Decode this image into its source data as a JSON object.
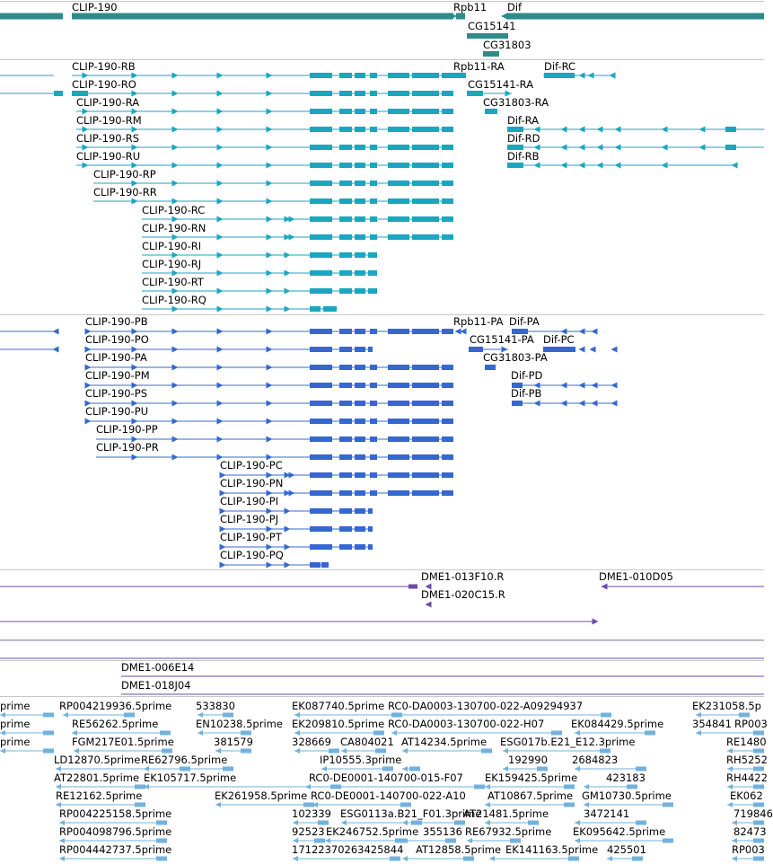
{
  "colors": {
    "gene": "#2e8b8b",
    "transcript": "#1aa6c0",
    "protein": "#3468d0",
    "clone": "#6a4aaa",
    "est": "#72b2dc",
    "separator": "#c8c8c8"
  },
  "tracks": {
    "genes": {
      "labels": [
        "CLIP-190",
        "Rpb11",
        "Dif",
        "CG15141",
        "CG31803"
      ]
    },
    "transcripts": {
      "labels": [
        "CLIP-190-RB",
        "CLIP-190-RO",
        "CLIP-190-RA",
        "CLIP-190-RM",
        "CLIP-190-RS",
        "CLIP-190-RU",
        "CLIP-190-RP",
        "CLIP-190-RR",
        "CLIP-190-RC",
        "CLIP-190-RN",
        "CLIP-190-RI",
        "CLIP-190-RJ",
        "CLIP-190-RT",
        "CLIP-190-RQ",
        "Rpb11-RA",
        "Dif-RC",
        "CG15141-RA",
        "CG31803-RA",
        "Dif-RA",
        "Dif-RD",
        "Dif-RB"
      ]
    },
    "proteins": {
      "labels": [
        "CLIP-190-PB",
        "CLIP-190-PO",
        "CLIP-190-PA",
        "CLIP-190-PM",
        "CLIP-190-PS",
        "CLIP-190-PU",
        "CLIP-190-PP",
        "CLIP-190-PR",
        "CLIP-190-PC",
        "CLIP-190-PN",
        "CLIP-190-PI",
        "CLIP-190-PJ",
        "CLIP-190-PT",
        "CLIP-190-PQ",
        "Rpb11-PA",
        "Dif-PA",
        "CG15141-PA",
        "Dif-PC",
        "CG31803-PA",
        "Dif-PD",
        "Dif-PB"
      ]
    },
    "clones": {
      "labels": [
        "DME1-013F10.R",
        "DME1-010D05",
        "DME1-020C15.R",
        "DME1-006E14",
        "DME1-018J04"
      ]
    },
    "ests": {
      "labels": [
        "RP004219936.5prime",
        "533830",
        "EK087740.5prime",
        "RC0-DA0003-130700-022-A09294937",
        "EK231058.5p",
        "RE56262.5prime",
        "EN10238.5prime",
        "EK209810.5prime",
        "RC0-DA0003-130700-022-H07",
        "EK084429.5prime",
        "354841",
        "RP003",
        "FGM217E01.5prime",
        "381579",
        "328669",
        "CA804021",
        "AT14234.5prime",
        "ESG017b.E21_E12.3prime",
        "RE1480",
        "LD12870.5prime",
        "RE62796.5prime",
        "IP10555.3prime",
        "192990",
        "2684823",
        "RH5252",
        "AT22801.5prime",
        "EK105717.5prime",
        "RC0-DE0001-140700-015-F07",
        "EK159425.5prime",
        "423183",
        "RH4422",
        "RE12162.5prime",
        "EK261958.5prime",
        "RC0-DE0001-140700-022-A10",
        "AT10867.5prime",
        "GM10730.5prime",
        "EK062",
        "RP004225158.5prime",
        "102339",
        "ESG0113a.B21_F01.3prime",
        "AT21481.5prime",
        "3472141",
        "719846",
        "RP004098796.5prime",
        "92523",
        "EK246752.5prime",
        "355136",
        "RE67932.5prime",
        "EK095642.5prime",
        "82473",
        "RP004442737.5prime",
        "17122370263425844",
        "AT12858.5prime",
        "EK141163.5prime",
        "425501",
        "RP003",
        "prime",
        "prime",
        "prime"
      ]
    }
  }
}
